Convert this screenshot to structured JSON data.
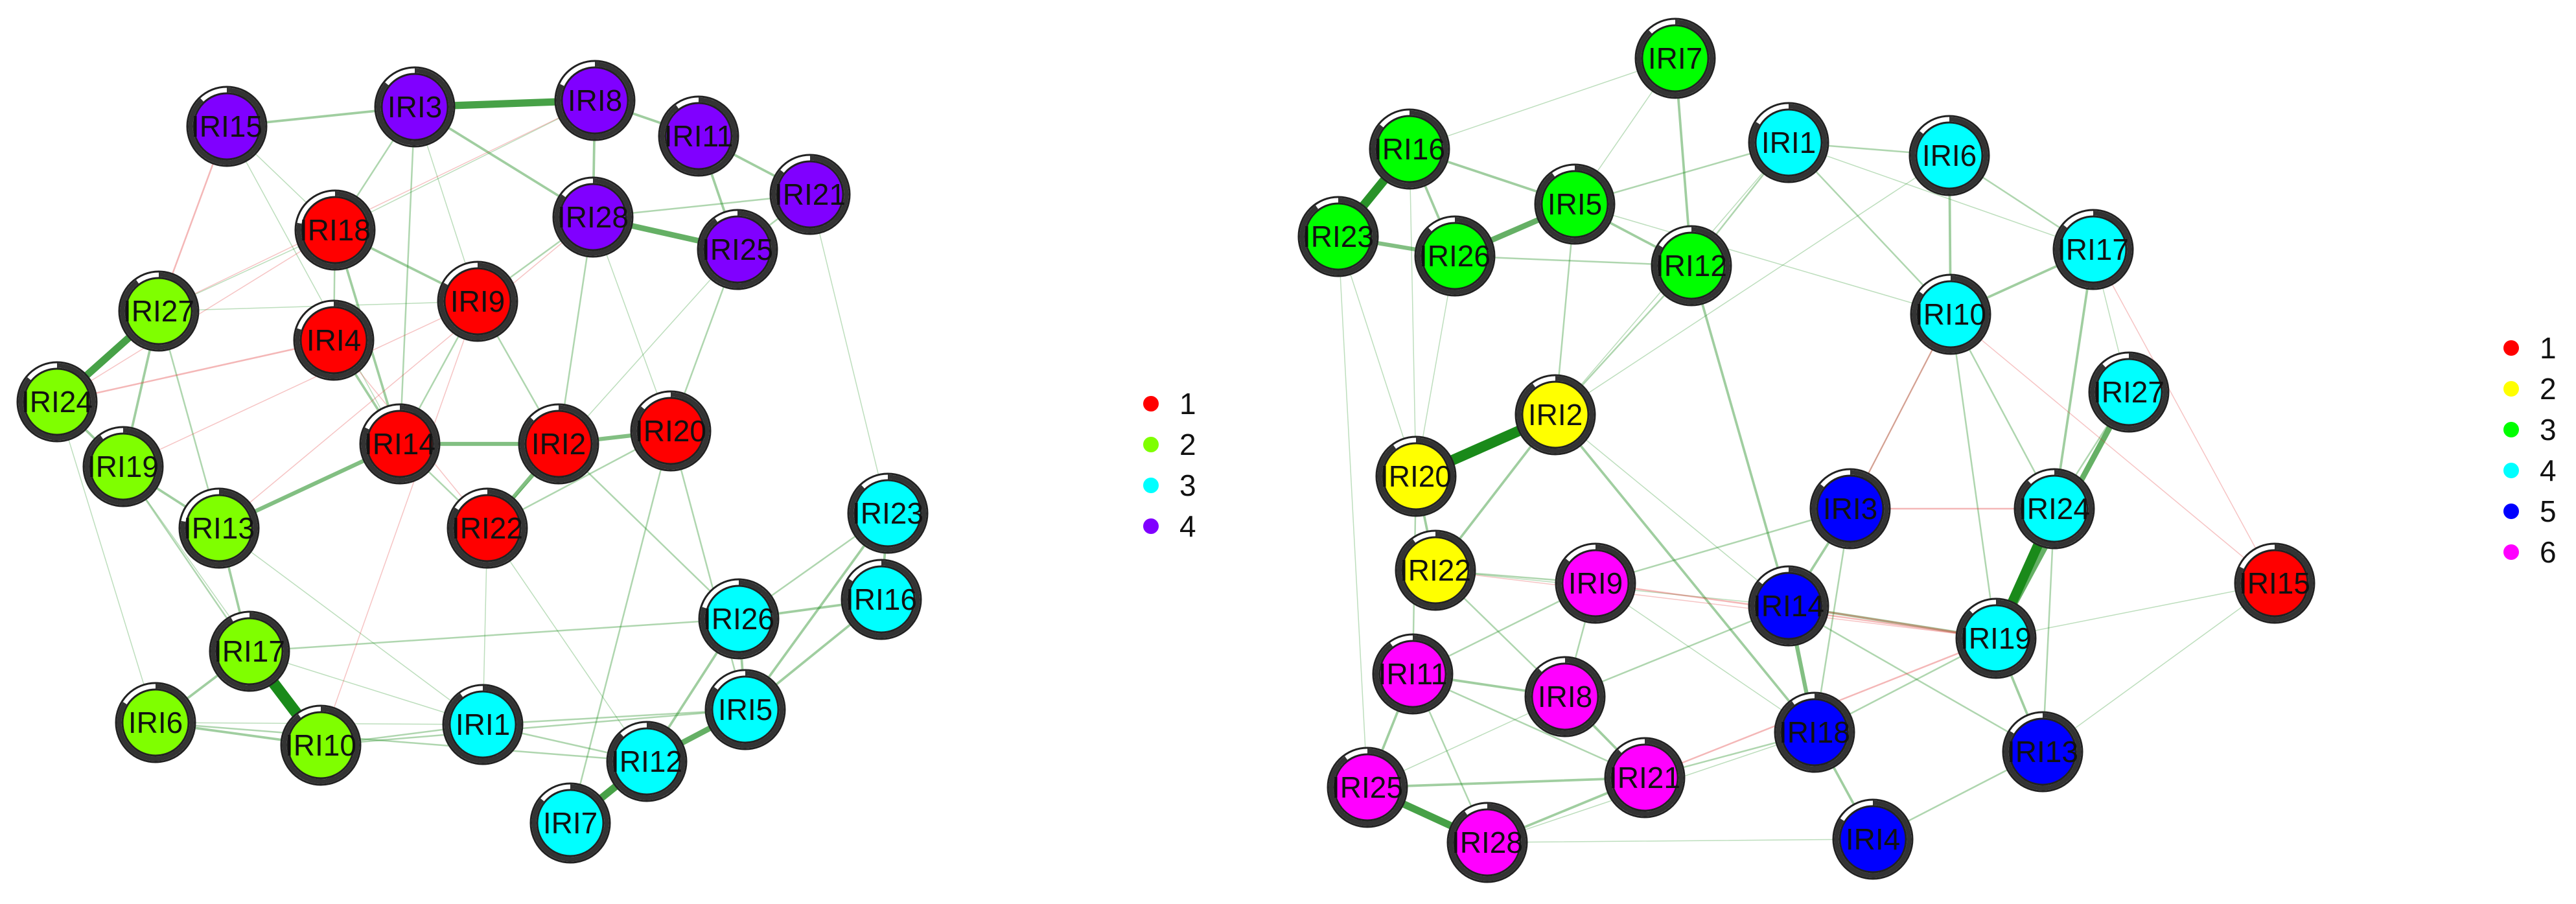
{
  "networks": [
    {
      "id": "left",
      "legend": [
        {
          "label": "1",
          "color": "#ff0000"
        },
        {
          "label": "2",
          "color": "#7fff00"
        },
        {
          "label": "3",
          "color": "#00ffff"
        },
        {
          "label": "4",
          "color": "#8000ff"
        }
      ],
      "nodes": [
        {
          "id": "IRI15",
          "group": 4
        },
        {
          "id": "IRI3",
          "group": 4
        },
        {
          "id": "IRI8",
          "group": 4
        },
        {
          "id": "IRI11",
          "group": 4
        },
        {
          "id": "IRI21",
          "group": 4
        },
        {
          "id": "IRI28",
          "group": 4
        },
        {
          "id": "IRI25",
          "group": 4
        },
        {
          "id": "IRI18",
          "group": 1
        },
        {
          "id": "IRI4",
          "group": 1
        },
        {
          "id": "IRI9",
          "group": 1
        },
        {
          "id": "IRI14",
          "group": 1
        },
        {
          "id": "IRI2",
          "group": 1
        },
        {
          "id": "IRI20",
          "group": 1
        },
        {
          "id": "IRI22",
          "group": 1
        },
        {
          "id": "IRI27",
          "group": 2
        },
        {
          "id": "IRI24",
          "group": 2
        },
        {
          "id": "IRI19",
          "group": 2
        },
        {
          "id": "IRI13",
          "group": 2
        },
        {
          "id": "IRI17",
          "group": 2
        },
        {
          "id": "IRI6",
          "group": 2
        },
        {
          "id": "IRI10",
          "group": 2
        },
        {
          "id": "IRI23",
          "group": 3
        },
        {
          "id": "IRI16",
          "group": 3
        },
        {
          "id": "IRI26",
          "group": 3
        },
        {
          "id": "IRI5",
          "group": 3
        },
        {
          "id": "IRI1",
          "group": 3
        },
        {
          "id": "IRI12",
          "group": 3
        },
        {
          "id": "IRI7",
          "group": 3
        }
      ]
    },
    {
      "id": "right",
      "legend": [
        {
          "label": "1",
          "color": "#ff0000"
        },
        {
          "label": "2",
          "color": "#ffff00"
        },
        {
          "label": "3",
          "color": "#00ff00"
        },
        {
          "label": "4",
          "color": "#00ffff"
        },
        {
          "label": "5",
          "color": "#0000ff"
        },
        {
          "label": "6",
          "color": "#ff00ff"
        }
      ],
      "nodes": [
        {
          "id": "IRI7",
          "group": 3
        },
        {
          "id": "IRI16",
          "group": 3
        },
        {
          "id": "IRI23",
          "group": 3
        },
        {
          "id": "IRI26",
          "group": 3
        },
        {
          "id": "IRI5",
          "group": 3
        },
        {
          "id": "IRI12",
          "group": 3
        },
        {
          "id": "IRI1",
          "group": 4
        },
        {
          "id": "IRI6",
          "group": 4
        },
        {
          "id": "IRI17",
          "group": 4
        },
        {
          "id": "IRI10",
          "group": 4
        },
        {
          "id": "IRI27",
          "group": 4
        },
        {
          "id": "IRI24",
          "group": 4
        },
        {
          "id": "IRI19",
          "group": 4
        },
        {
          "id": "IRI2",
          "group": 2
        },
        {
          "id": "IRI20",
          "group": 2
        },
        {
          "id": "IRI22",
          "group": 2
        },
        {
          "id": "IRI9",
          "group": 6
        },
        {
          "id": "IRI11",
          "group": 6
        },
        {
          "id": "IRI8",
          "group": 6
        },
        {
          "id": "IRI25",
          "group": 6
        },
        {
          "id": "IRI21",
          "group": 6
        },
        {
          "id": "IRI28",
          "group": 6
        },
        {
          "id": "IRI3",
          "group": 5
        },
        {
          "id": "IRI14",
          "group": 5
        },
        {
          "id": "IRI18",
          "group": 5
        },
        {
          "id": "IRI13",
          "group": 5
        },
        {
          "id": "IRI4",
          "group": 5
        },
        {
          "id": "IRI15",
          "group": 1
        }
      ]
    }
  ]
}
